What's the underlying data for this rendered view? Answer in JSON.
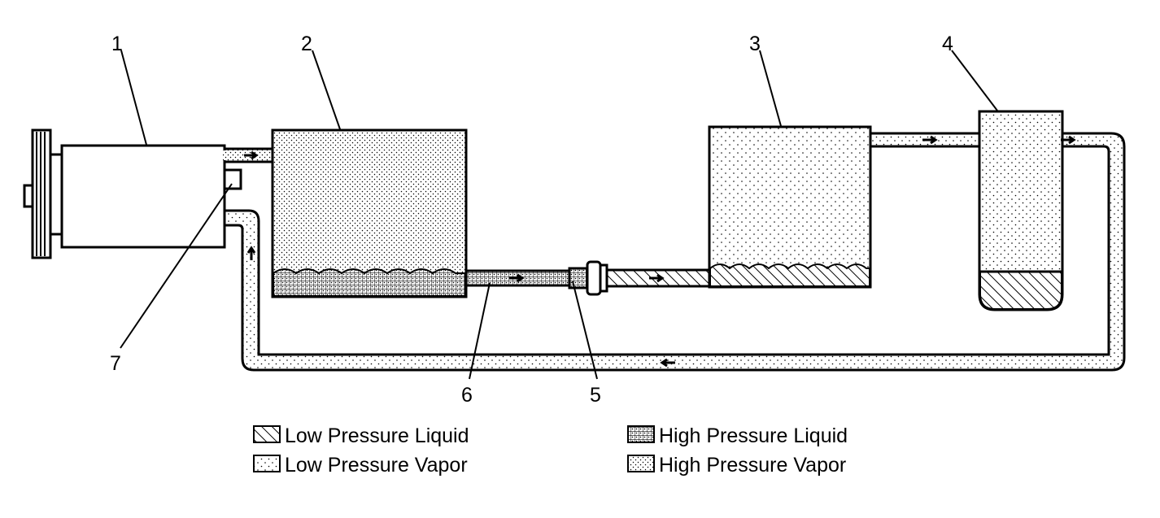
{
  "callouts": {
    "c1": "1",
    "c2": "2",
    "c3": "3",
    "c4": "4",
    "c5": "5",
    "c6": "6",
    "c7": "7"
  },
  "legend": {
    "low_liquid": "Low Pressure Liquid",
    "low_vapor": "Low Pressure Vapor",
    "high_liquid": "High Pressure Liquid",
    "high_vapor": "High Pressure Vapor"
  }
}
